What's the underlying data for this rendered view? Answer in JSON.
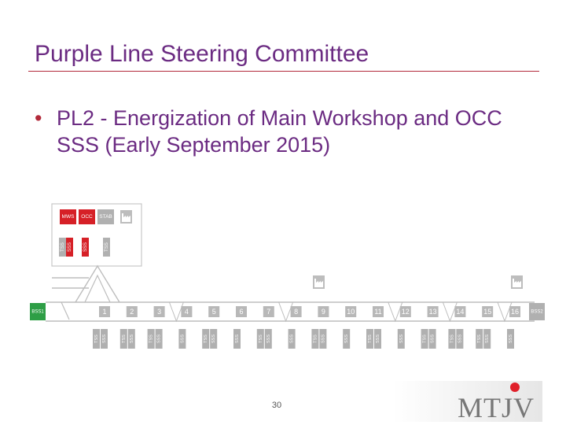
{
  "slide": {
    "title": "Purple Line Steering Committee",
    "bullet_marker": "•",
    "bullet_text": "PL2 - Energization of Main Workshop and OCC SSS (Early September 2015)",
    "page_number": "30"
  },
  "diagram": {
    "depot_buildings": [
      {
        "label": "MWS",
        "state": "energized"
      },
      {
        "label": "OCC",
        "state": "energized"
      },
      {
        "label": "STAB",
        "state": "inactive"
      }
    ],
    "depot_substations": [
      {
        "label": "TSS",
        "state": "inactive"
      },
      {
        "label": "SSS",
        "state": "energized"
      },
      {
        "label": "SSS",
        "state": "energized"
      },
      {
        "label": "TSS",
        "state": "inactive"
      }
    ],
    "bulk_supply_left": "BSS1",
    "bulk_supply_right": "BSS2",
    "stations": [
      "1",
      "2",
      "3",
      "4",
      "5",
      "6",
      "7",
      "8",
      "9",
      "10",
      "11",
      "12",
      "13",
      "14",
      "15",
      "16"
    ],
    "station_substations": [
      "TSS SSS",
      "TSS SSS",
      "TSS SSS",
      "SSS",
      "TSS SSS",
      "SSS",
      "TSS SSS",
      "SSS",
      "TSS SSS",
      "SSS",
      "TSS SSS",
      "SSS",
      "TSS SSS",
      "TSS SSS",
      "TSS SSS",
      "SSS"
    ],
    "colors": {
      "energized": "#d62027",
      "inactive": "#b0b0b0",
      "bss1": "#2e9e46",
      "line": "#bdbdbd"
    }
  },
  "logo": {
    "text": "MTJV",
    "dot_color": "#e0202a"
  }
}
